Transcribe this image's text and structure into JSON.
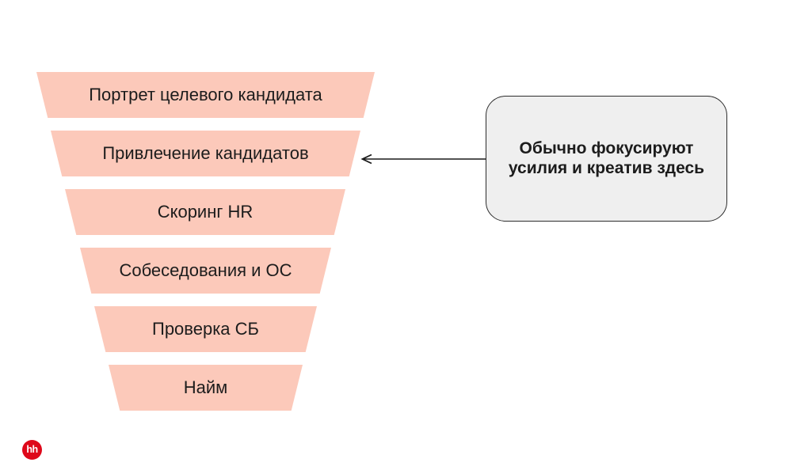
{
  "colors": {
    "page_bg": "#ffffff",
    "funnel_fill": "#fcc9ba",
    "funnel_text": "#1c1c1c",
    "callout_fill": "#efefef",
    "callout_border": "#2d2d2d",
    "arrow_color": "#1a1a1a",
    "logo_bg": "#de081a"
  },
  "funnel": {
    "type": "funnel",
    "stages": [
      {
        "label": "Портрет целевого кандидата"
      },
      {
        "label": "Привлечение кандидатов"
      },
      {
        "label": "Скоринг HR"
      },
      {
        "label": "Собеседования и ОС"
      },
      {
        "label": "Проверка СБ"
      },
      {
        "label": "Найм"
      }
    ]
  },
  "callout": {
    "line1": "Обычно фокусируют",
    "line2": "усилия и креатив здесь",
    "points_to": "Привлечение кандидатов"
  },
  "logo": {
    "text": "hh"
  }
}
